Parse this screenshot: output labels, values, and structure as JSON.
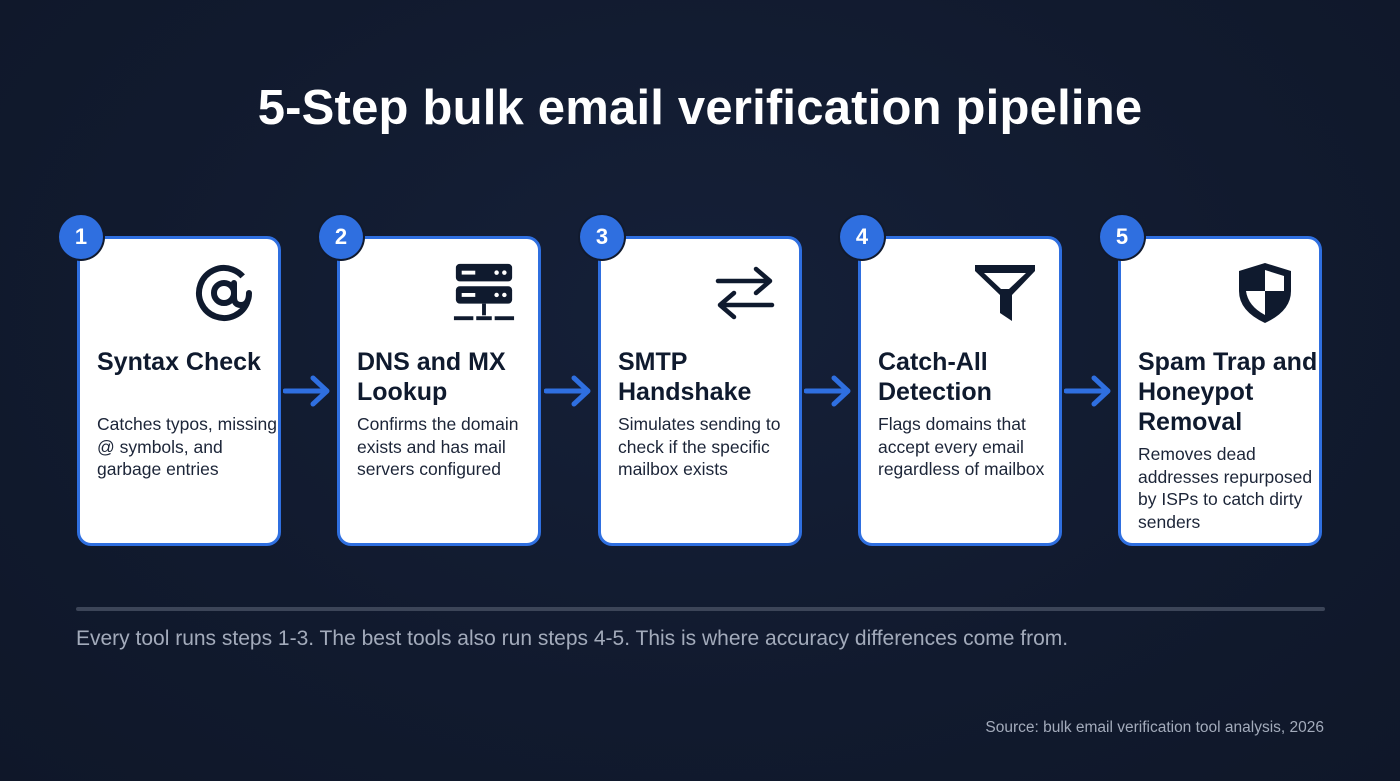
{
  "title": "5-Step bulk email verification pipeline",
  "steps": [
    {
      "number": "1",
      "title": "Syntax Check",
      "description": "Catches typos, missing @ symbols, and garbage entries",
      "icon": "at-sign-icon"
    },
    {
      "number": "2",
      "title": "DNS and MX Lookup",
      "description": "Confirms the domain exists and has mail servers configured",
      "icon": "server-icon"
    },
    {
      "number": "3",
      "title": "SMTP Handshake",
      "description": "Simulates sending to check if the specific mailbox exists",
      "icon": "exchange-arrows-icon"
    },
    {
      "number": "4",
      "title": "Catch-All Detection",
      "description": "Flags domains that accept every email regardless of mailbox",
      "icon": "funnel-icon"
    },
    {
      "number": "5",
      "title": "Spam Trap and Honeypot Removal",
      "description": "Removes dead addresses repurposed by ISPs to catch dirty senders",
      "icon": "shield-icon"
    }
  ],
  "footer": "Every tool runs steps 1-3. The best tools also run steps 4-5. This is where accuracy differences come from.",
  "source": "Source: bulk email verification tool analysis, 2026",
  "colors": {
    "background": "#111a2e",
    "accent": "#2f6fe0",
    "card": "#ffffff",
    "text_dark": "#0f1a2e",
    "muted": "#a3abbb"
  }
}
